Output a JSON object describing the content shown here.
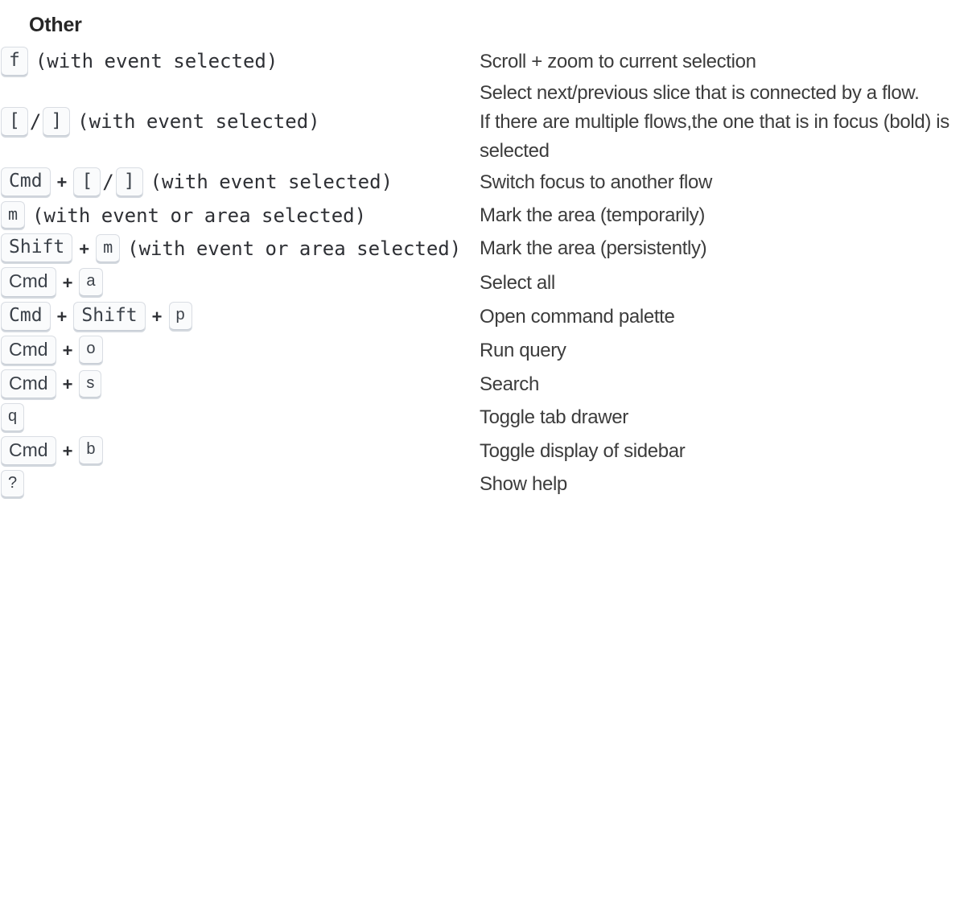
{
  "section": {
    "title": "Other"
  },
  "colors": {
    "key_bg": "#fafbfc",
    "key_border": "#d9dde3",
    "key_shadow": "#c6ccd4",
    "key_text": "#3b4149",
    "heading": "#262626",
    "body_text": "#3c3c3c",
    "page_bg": "#ffffff"
  },
  "glyphs": {
    "plus": "+",
    "slash": "/"
  },
  "rows": [
    {
      "id": "scroll-zoom-selection",
      "keys": [
        {
          "type": "key",
          "label": "f",
          "font": "mono"
        }
      ],
      "note": "(with event selected)",
      "desc": [
        "Scroll + zoom to current selection"
      ]
    },
    {
      "id": "select-next-prev-slice",
      "keys": [
        {
          "type": "key",
          "label": "[",
          "font": "mono"
        },
        {
          "type": "sep",
          "label": "/"
        },
        {
          "type": "key",
          "label": "]",
          "font": "mono"
        }
      ],
      "note": "(with event selected)",
      "desc": [
        "Select next/previous slice that is connected by a flow.",
        "If there are multiple flows,the one that is in focus (bold) is selected"
      ]
    },
    {
      "id": "switch-focus-flow",
      "keys": [
        {
          "type": "key",
          "label": "Cmd",
          "font": "mono"
        },
        {
          "type": "plus",
          "label": "+"
        },
        {
          "type": "key",
          "label": "[",
          "font": "mono"
        },
        {
          "type": "sep",
          "label": "/"
        },
        {
          "type": "key",
          "label": "]",
          "font": "mono"
        }
      ],
      "note": "(with event selected)",
      "desc": [
        "Switch focus to another flow"
      ]
    },
    {
      "id": "mark-area-temporarily",
      "keys": [
        {
          "type": "key",
          "label": "m",
          "font": "mono",
          "small": true
        }
      ],
      "note": "(with event or area selected)",
      "desc": [
        "Mark the area (temporarily)"
      ]
    },
    {
      "id": "mark-area-persistently",
      "keys": [
        {
          "type": "key",
          "label": "Shift",
          "font": "mono"
        },
        {
          "type": "plus",
          "label": "+"
        },
        {
          "type": "key",
          "label": "m",
          "font": "mono",
          "small": true
        }
      ],
      "note": "(with event or area selected)",
      "desc": [
        "Mark the area (persistently)"
      ]
    },
    {
      "id": "select-all",
      "keys": [
        {
          "type": "key",
          "label": "Cmd",
          "font": "sans"
        },
        {
          "type": "plus",
          "label": "+"
        },
        {
          "type": "key",
          "label": "a",
          "font": "sans",
          "small": true
        }
      ],
      "note": "",
      "desc": [
        "Select all"
      ]
    },
    {
      "id": "open-command-palette",
      "keys": [
        {
          "type": "key",
          "label": "Cmd",
          "font": "mono"
        },
        {
          "type": "plus",
          "label": "+"
        },
        {
          "type": "key",
          "label": "Shift",
          "font": "mono"
        },
        {
          "type": "plus",
          "label": "+"
        },
        {
          "type": "key",
          "label": "p",
          "font": "sans",
          "small": true
        }
      ],
      "note": "",
      "desc": [
        "Open command palette"
      ]
    },
    {
      "id": "run-query",
      "keys": [
        {
          "type": "key",
          "label": "Cmd",
          "font": "sans"
        },
        {
          "type": "plus",
          "label": "+"
        },
        {
          "type": "key",
          "label": "o",
          "font": "sans",
          "small": true
        }
      ],
      "note": "",
      "desc": [
        "Run query"
      ]
    },
    {
      "id": "search",
      "keys": [
        {
          "type": "key",
          "label": "Cmd",
          "font": "sans"
        },
        {
          "type": "plus",
          "label": "+"
        },
        {
          "type": "key",
          "label": "s",
          "font": "sans",
          "small": true
        }
      ],
      "note": "",
      "desc": [
        "Search"
      ]
    },
    {
      "id": "toggle-tab-drawer",
      "keys": [
        {
          "type": "key",
          "label": "q",
          "font": "sans",
          "small": true
        }
      ],
      "note": "",
      "desc": [
        "Toggle tab drawer"
      ]
    },
    {
      "id": "toggle-sidebar",
      "keys": [
        {
          "type": "key",
          "label": "Cmd",
          "font": "sans"
        },
        {
          "type": "plus",
          "label": "+"
        },
        {
          "type": "key",
          "label": "b",
          "font": "sans",
          "small": true
        }
      ],
      "note": "",
      "desc": [
        "Toggle display of sidebar"
      ]
    },
    {
      "id": "show-help",
      "keys": [
        {
          "type": "key",
          "label": "?",
          "font": "sans",
          "small": true
        }
      ],
      "note": "",
      "desc": [
        "Show help"
      ]
    }
  ]
}
